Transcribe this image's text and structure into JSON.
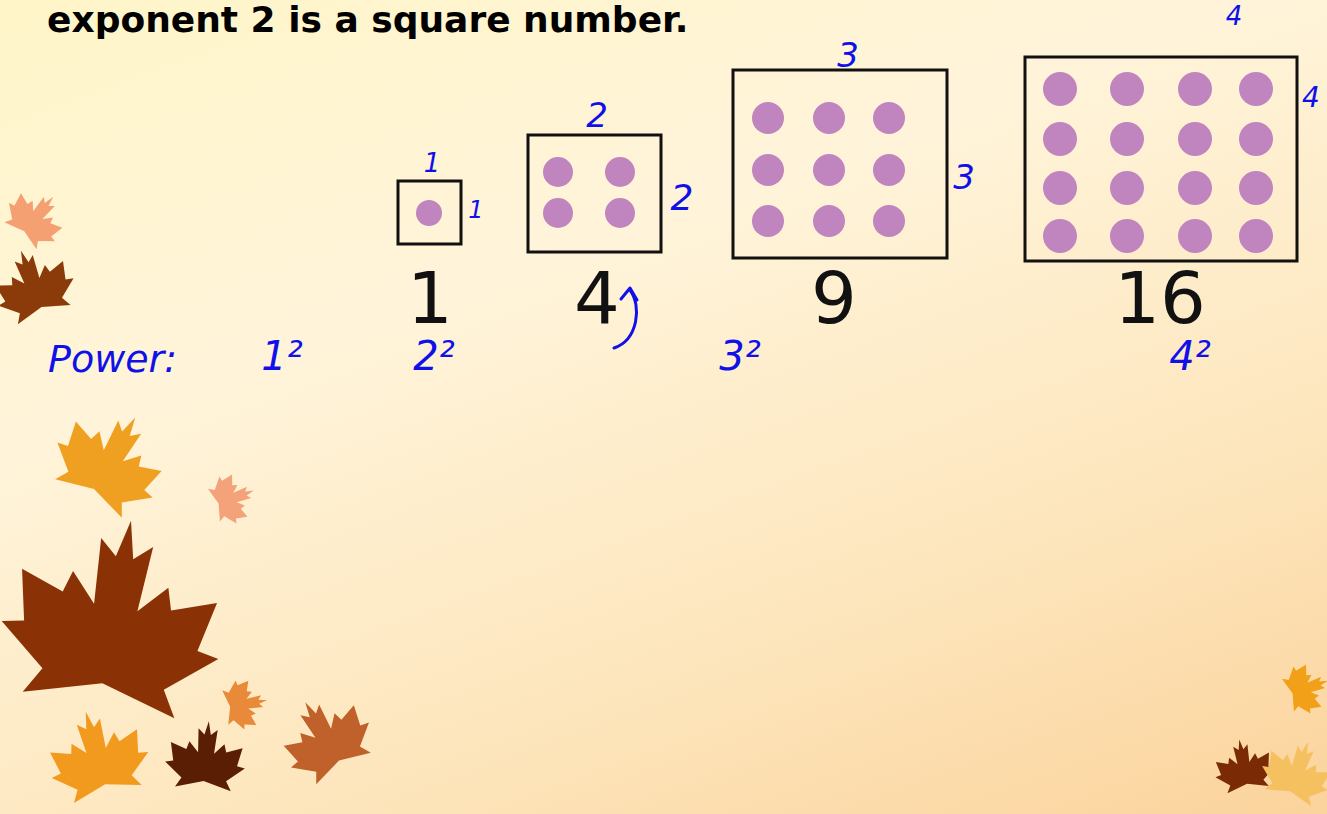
{
  "diagram": {
    "title": "exponent 2 is a square number.",
    "labels": [
      "1",
      "1",
      "2",
      "2",
      "3",
      "3",
      "4",
      "4",
      "1",
      "4",
      "9",
      "16",
      "Power:",
      "1²",
      "2²",
      "3²",
      "4²"
    ]
  }
}
